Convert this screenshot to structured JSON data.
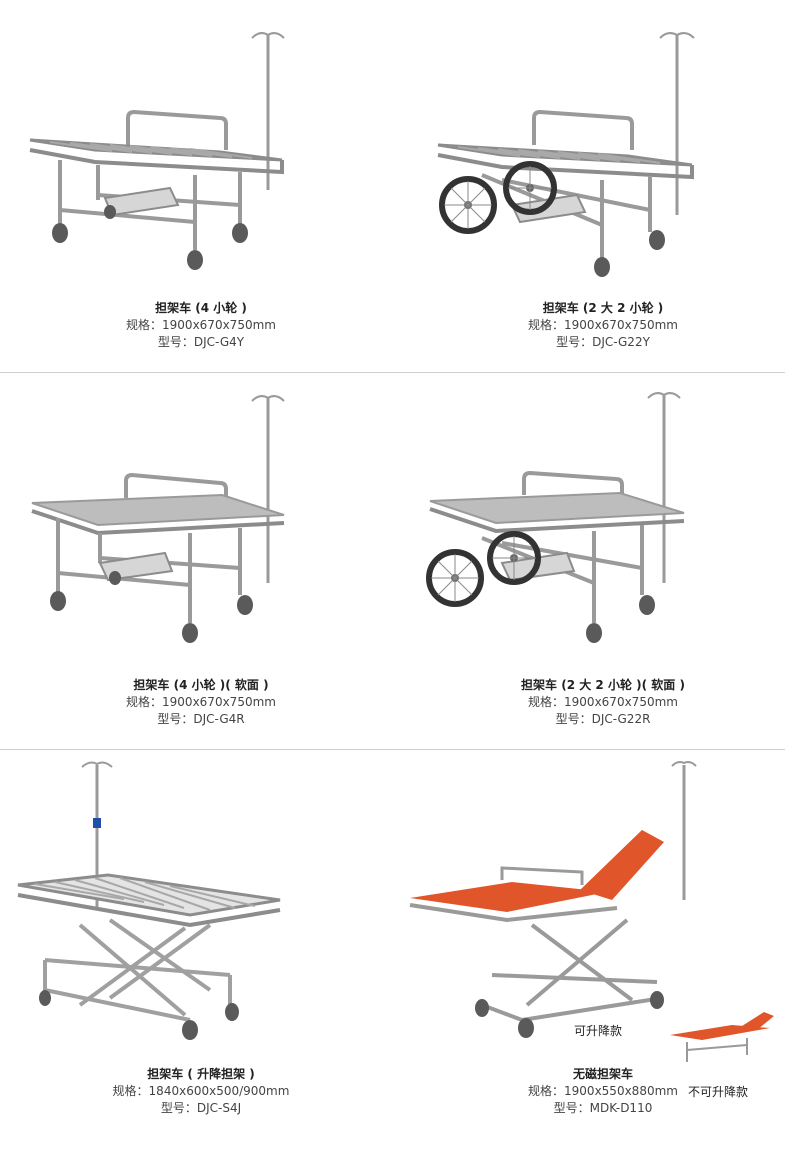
{
  "products": [
    {
      "name": "担架车 (4 小轮 )",
      "spec": "规格：1900x670x750mm",
      "model": "型号：DJC-G4Y",
      "type": "mesh-4small"
    },
    {
      "name": "担架车 (2 大 2 小轮 )",
      "spec": "规格：1900x670x750mm",
      "model": "型号：DJC-G22Y",
      "type": "mesh-2big"
    },
    {
      "name": "担架车 (4 小轮 )( 软面 )",
      "spec": "规格：1900x670x750mm",
      "model": "型号：DJC-G4R",
      "type": "soft-4small"
    },
    {
      "name": "担架车 (2 大 2 小轮 )( 软面 )",
      "spec": "规格：1900x670x750mm",
      "model": "型号：DJC-G22R",
      "type": "soft-2big"
    },
    {
      "name": "担架车 ( 升降担架 )",
      "spec": "规格：1840x600x500/900mm",
      "model": "型号：DJC-S4J",
      "type": "lift"
    },
    {
      "name": "无磁担架车",
      "spec": "规格：1900x550x880mm",
      "model": "型号：MDK-D110",
      "type": "orange"
    }
  ],
  "notes": {
    "adjustable": "可升降款",
    "fixed": "不可升降款"
  },
  "colors": {
    "steel": "#9a9a9a",
    "steel_light": "#d8d8d8",
    "wheel": "#555555",
    "orange": "#e0552a",
    "accent_blue": "#1f4fa8"
  }
}
